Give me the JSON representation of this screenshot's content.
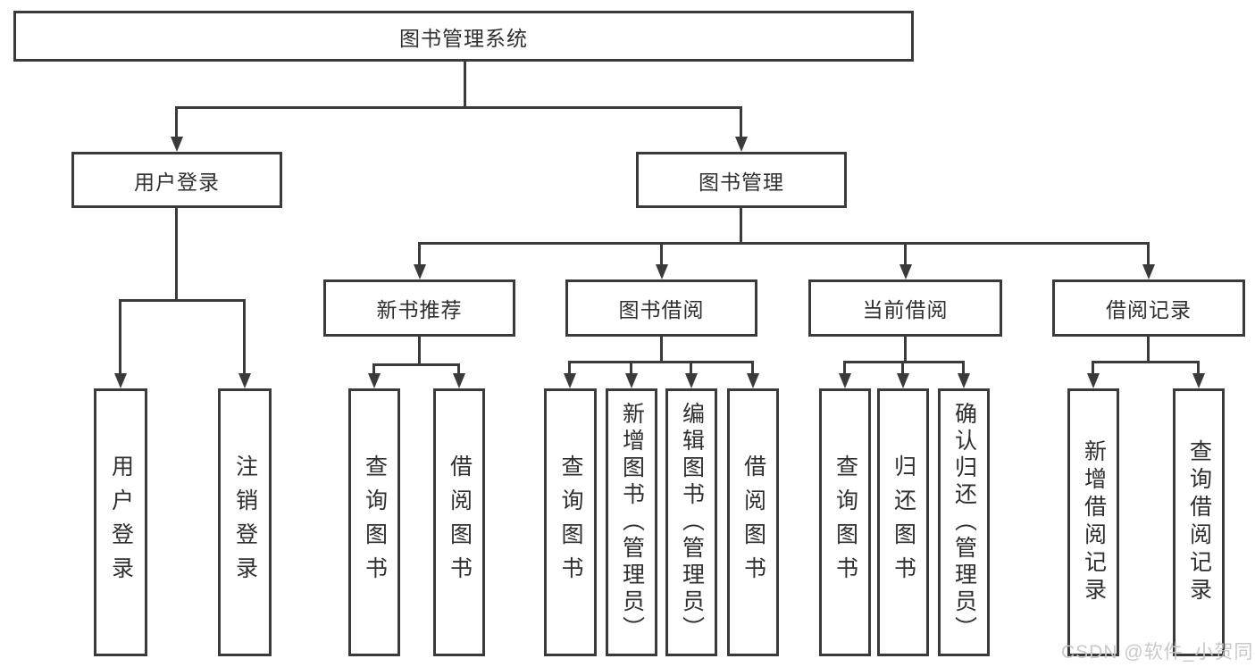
{
  "diagram": {
    "root": {
      "label": "图书管理系统"
    },
    "level2": [
      {
        "label": "用户登录"
      },
      {
        "label": "图书管理"
      }
    ],
    "level3": [
      {
        "label": "新书推荐"
      },
      {
        "label": "图书借阅"
      },
      {
        "label": "当前借阅"
      },
      {
        "label": "借阅记录"
      }
    ],
    "leaves": {
      "login": [
        "用户登录",
        "注销登录"
      ],
      "recommend": [
        "查询图书",
        "借阅图书"
      ],
      "borrow": [
        "查询图书",
        "新增图书（管理员）",
        "编辑图书（管理员）",
        "借阅图书"
      ],
      "current": [
        "查询图书",
        "归还图书",
        "确认归还（管理员）"
      ],
      "records": [
        "新增借阅记录",
        "查询借阅记录"
      ]
    }
  },
  "watermark": "CSDN @软件_小贺同学",
  "colors": {
    "line": "#3a3a3a",
    "text": "#2f2f2f",
    "watermark": "#c6c6c6",
    "background": "#ffffff"
  }
}
